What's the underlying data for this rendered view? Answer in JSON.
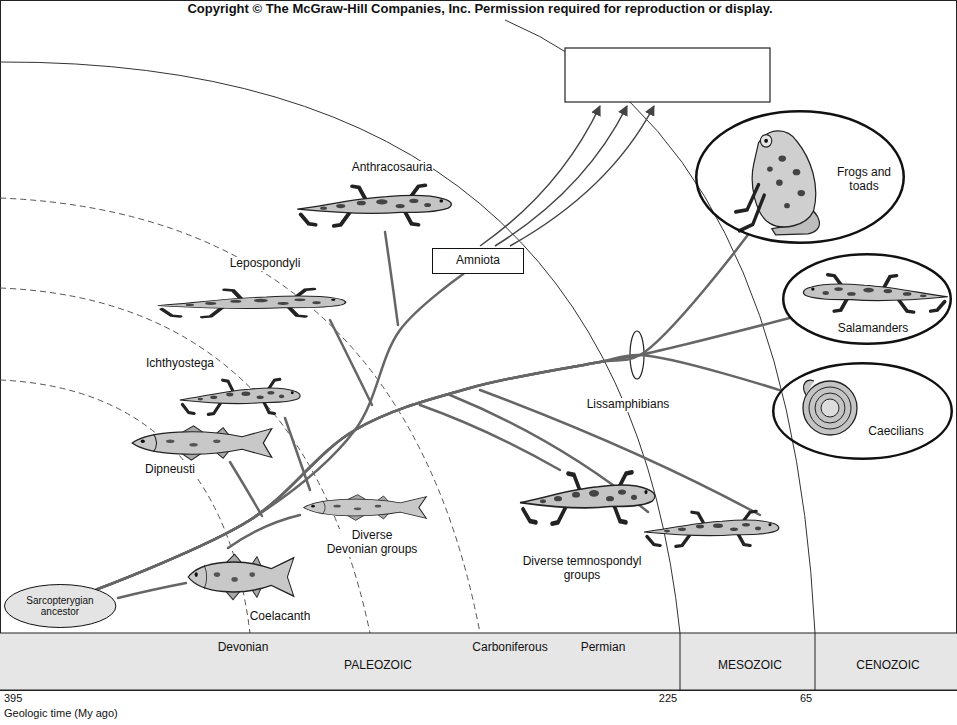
{
  "diagram": {
    "nodes": [
      {
        "text": [
          "Sarcopterygian ancestor"
        ]
      },
      {
        "text": [
          "Amniota"
        ]
      },
      {
        "text": [
          "Frogs and toads"
        ]
      },
      {
        "text": [
          "Salamanders"
        ]
      },
      {
        "text": [
          "Caecilians"
        ]
      }
    ],
    "edges": [
      {
        "from": 0,
        "to": 1,
        "arrow": "none"
      },
      {
        "from": 0,
        "to": 2,
        "arrow": "none"
      },
      {
        "from": 0,
        "to": 3,
        "arrow": "none"
      },
      {
        "from": 0,
        "to": 4,
        "arrow": "none"
      }
    ],
    "labels": [
      "Copyright © The McGraw-Hill Companies, Inc. Permission required for reproduction or display.",
      "Anthracosauria",
      "Lepospondyli",
      "Ichthyostega",
      "Dipneusti",
      "Diverse Devonian groups",
      "Coelacanth",
      "Diverse temnospondyl groups",
      "Lissamphibians",
      "Devonian",
      "PALEOZOIC",
      "Carboniferous",
      "Permian",
      "MESOZOIC",
      "CENOZOIC",
      "395",
      "225",
      "65",
      "Geologic time (My ago)"
    ]
  }
}
